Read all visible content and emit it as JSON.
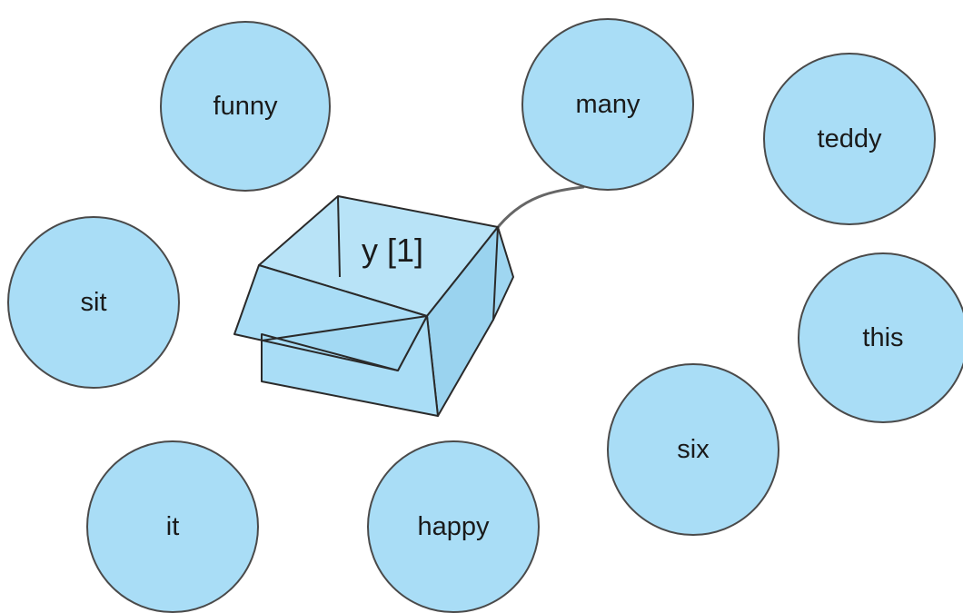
{
  "box": {
    "label": "y [1]",
    "fill": "#a9ddf6",
    "stroke": "#2a2a2a"
  },
  "bubble_color": "#a9ddf6",
  "outline_color": "#4a4a4a",
  "connector": {
    "from": "box",
    "to": "many"
  },
  "words": {
    "funny": "funny",
    "many": "many",
    "teddy": "teddy",
    "sit": "sit",
    "this": "this",
    "six": "six",
    "it": "it",
    "happy": "happy"
  }
}
